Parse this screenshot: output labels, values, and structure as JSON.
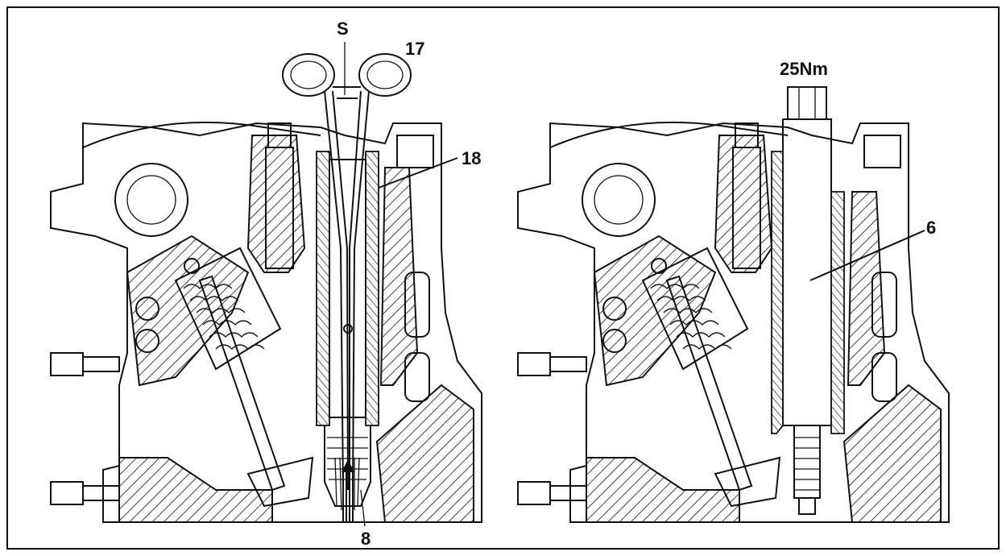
{
  "labels": {
    "s": "S",
    "n17": "17",
    "n18": "18",
    "n8": "8",
    "torque": "25Nm",
    "n6": "6"
  },
  "colors": {
    "ink": "#111111",
    "paper": "#ffffff"
  }
}
